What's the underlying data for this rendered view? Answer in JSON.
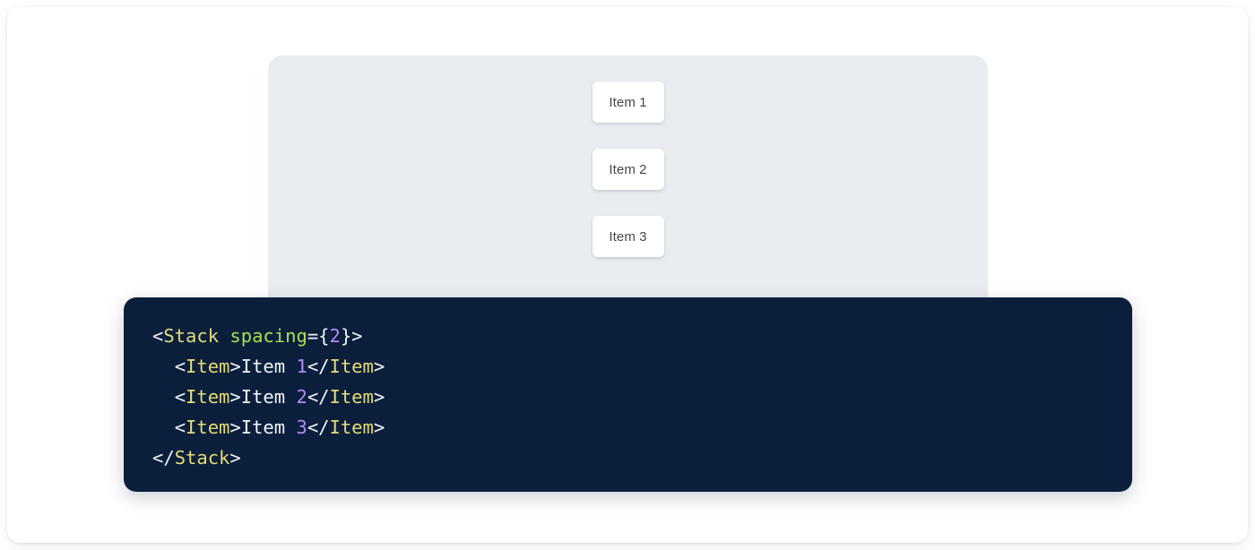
{
  "preview": {
    "panel_background": "#e9ecf1",
    "stack": {
      "spacing_label": "spacing={2}",
      "items": [
        {
          "label": "Item 1"
        },
        {
          "label": "Item 2"
        },
        {
          "label": "Item 3"
        }
      ]
    }
  },
  "code": {
    "language": "jsx",
    "background": "#0b1f3c",
    "colors": {
      "tag": "#e6db74",
      "attribute": "#a6e34e",
      "number": "#b389f5",
      "punctuation": "#f2f5fa",
      "text": "#f2f5fa"
    },
    "lines": [
      {
        "indent": "",
        "tokens": [
          {
            "t": "<",
            "k": "punct"
          },
          {
            "t": "Stack",
            "k": "tag"
          },
          {
            "t": " ",
            "k": "punct"
          },
          {
            "t": "spacing",
            "k": "attr"
          },
          {
            "t": "={",
            "k": "punct"
          },
          {
            "t": "2",
            "k": "num"
          },
          {
            "t": "}>",
            "k": "punct"
          }
        ]
      },
      {
        "indent": "  ",
        "tokens": [
          {
            "t": "<",
            "k": "punct"
          },
          {
            "t": "Item",
            "k": "tag"
          },
          {
            "t": ">",
            "k": "punct"
          },
          {
            "t": "Item ",
            "k": "text"
          },
          {
            "t": "1",
            "k": "num"
          },
          {
            "t": "</",
            "k": "punct"
          },
          {
            "t": "Item",
            "k": "tag"
          },
          {
            "t": ">",
            "k": "punct"
          }
        ]
      },
      {
        "indent": "  ",
        "tokens": [
          {
            "t": "<",
            "k": "punct"
          },
          {
            "t": "Item",
            "k": "tag"
          },
          {
            "t": ">",
            "k": "punct"
          },
          {
            "t": "Item ",
            "k": "text"
          },
          {
            "t": "2",
            "k": "num"
          },
          {
            "t": "</",
            "k": "punct"
          },
          {
            "t": "Item",
            "k": "tag"
          },
          {
            "t": ">",
            "k": "punct"
          }
        ]
      },
      {
        "indent": "  ",
        "tokens": [
          {
            "t": "<",
            "k": "punct"
          },
          {
            "t": "Item",
            "k": "tag"
          },
          {
            "t": ">",
            "k": "punct"
          },
          {
            "t": "Item ",
            "k": "text"
          },
          {
            "t": "3",
            "k": "num"
          },
          {
            "t": "</",
            "k": "punct"
          },
          {
            "t": "Item",
            "k": "tag"
          },
          {
            "t": ">",
            "k": "punct"
          }
        ]
      },
      {
        "indent": "",
        "tokens": [
          {
            "t": "</",
            "k": "punct"
          },
          {
            "t": "Stack",
            "k": "tag"
          },
          {
            "t": ">",
            "k": "punct"
          }
        ]
      }
    ]
  }
}
